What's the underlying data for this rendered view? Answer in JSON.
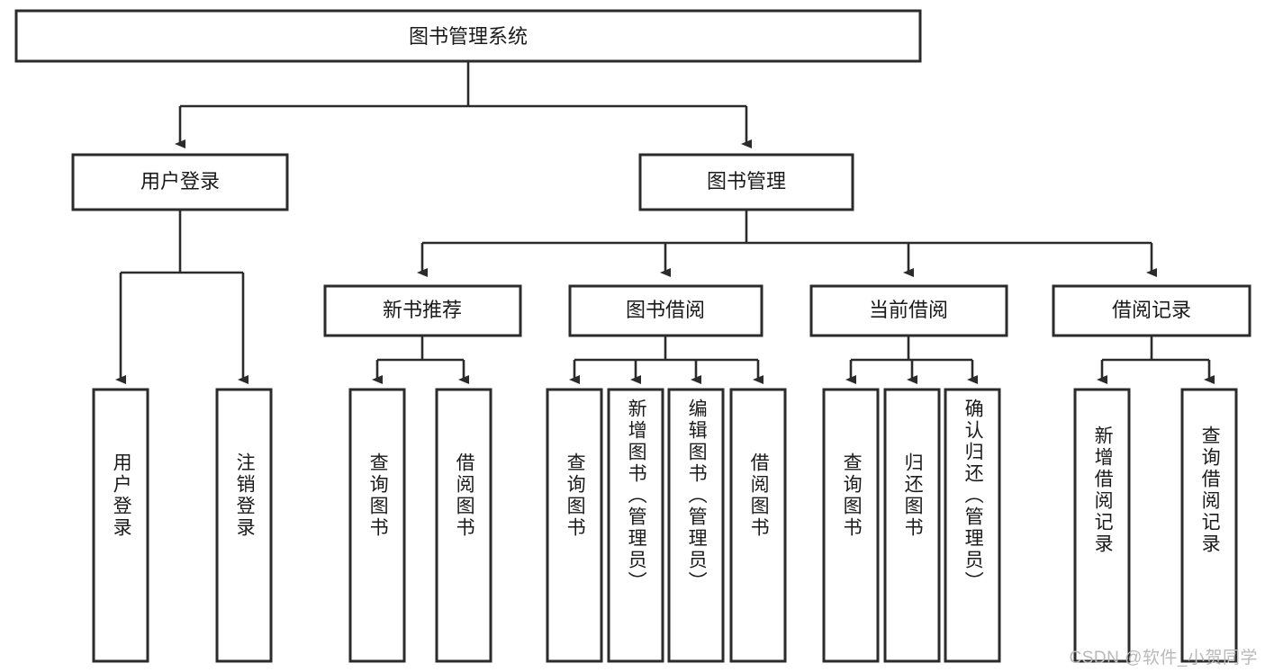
{
  "diagram": {
    "type": "tree",
    "orientation": "top-down",
    "title": "图书管理系统",
    "colors": {
      "box_stroke": "#2b2b2b",
      "box_fill": "#ffffff",
      "connector": "#2b2b2b",
      "text": "#1a1a1a",
      "watermark": "#b9b9b9"
    },
    "root": {
      "label": "图书管理系统"
    },
    "level2": [
      {
        "label": "用户登录"
      },
      {
        "label": "图书管理"
      }
    ],
    "level3": [
      {
        "label": "新书推荐"
      },
      {
        "label": "图书借阅"
      },
      {
        "label": "当前借阅"
      },
      {
        "label": "借阅记录"
      }
    ],
    "leaves": {
      "user_login": [
        {
          "label": "用户登录"
        },
        {
          "label": "注销登录"
        }
      ],
      "new_book_recommend": [
        {
          "label": "查询图书"
        },
        {
          "label": "借阅图书"
        }
      ],
      "book_borrow": [
        {
          "label": "查询图书"
        },
        {
          "label": "新增图书（管理员）"
        },
        {
          "label": "编辑图书（管理员）"
        },
        {
          "label": "借阅图书"
        }
      ],
      "current_borrow": [
        {
          "label": "查询图书"
        },
        {
          "label": "归还图书"
        },
        {
          "label": "确认归还（管理员）"
        }
      ],
      "borrow_record": [
        {
          "label": "新增借阅记录"
        },
        {
          "label": "查询借阅记录"
        }
      ]
    }
  },
  "watermark": {
    "text": "CSDN @软件_小贺同学"
  }
}
